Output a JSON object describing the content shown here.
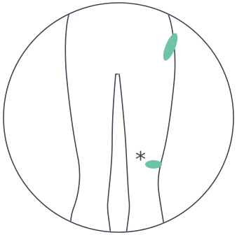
{
  "colors": {
    "line": "#3d4454",
    "marker": "#6fc4a3",
    "background": "#ffffff"
  },
  "annotation": {
    "symbol": "*"
  },
  "markers": [
    {
      "name": "upper-right-thigh-marker",
      "icon": "oval-marker"
    },
    {
      "name": "knee-marker",
      "icon": "oval-marker"
    }
  ]
}
